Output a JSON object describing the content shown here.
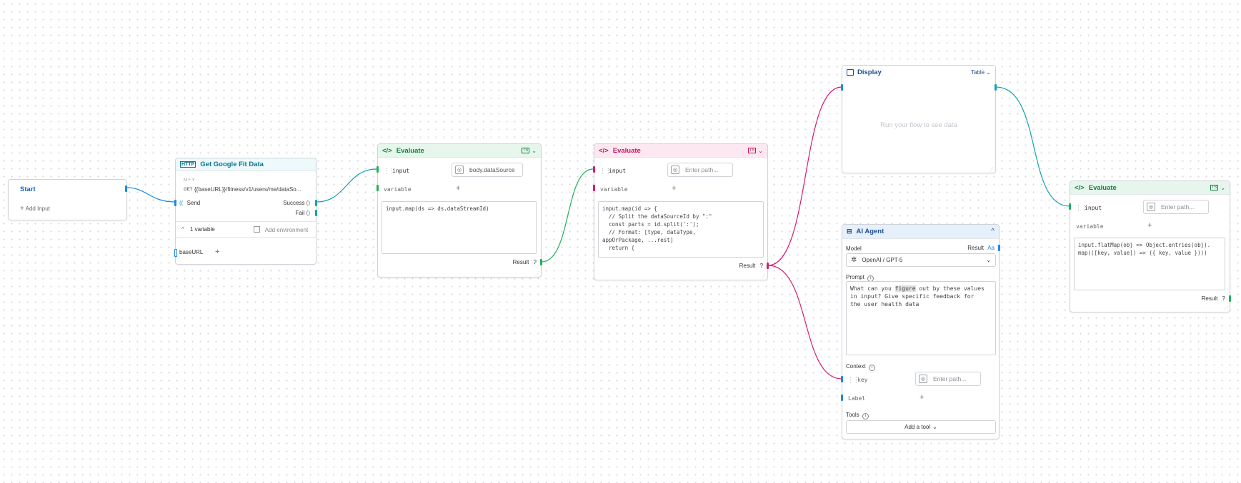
{
  "start": {
    "title": "Start",
    "add_input": "Add Input"
  },
  "http": {
    "title": "Get Google Fit Data",
    "method": "GET",
    "url": "{{baseURL}}/fitness/v1/users/me/dataSo...",
    "send": "Send",
    "success": "Success",
    "fail": "Fail",
    "variables_toggle": "1 variable",
    "add_env": "Add environment",
    "variable_name": "baseURL",
    "brand_strip": "MFY"
  },
  "eval1": {
    "title": "Evaluate",
    "input_label": "input",
    "input_value": "body.dataSource",
    "variable_label": "variable",
    "code": "input.map(ds => ds.dataStreamId)",
    "result": "Result"
  },
  "eval2": {
    "title": "Evaluate",
    "input_label": "input",
    "input_placeholder": "Enter path...",
    "variable_label": "variable",
    "code": "input.map(id => {\n  // Split the dataSourceId by \":\"\n  const parts = id.split(':');\n  // Format: [type, dataType,\nappOrPackage, ...rest]\n  return {",
    "result": "Result"
  },
  "display": {
    "title": "Display",
    "view": "Table",
    "placeholder": "Run your flow to see data"
  },
  "ai": {
    "title": "AI Agent",
    "result": "Result",
    "result_badge": "Aa",
    "model_label": "Model",
    "model_value": "OpenAI / GPT-5",
    "prompt_label": "Prompt",
    "prompt_before": "What can you ",
    "prompt_highlight": "figure",
    "prompt_after": " out by these values\nin input? Give specific feedback for\nthe user health data",
    "context_label": "Context",
    "key_label": "key",
    "key_placeholder": "Enter path...",
    "label_label": "Label",
    "tools_label": "Tools",
    "add_tool": "Add a tool"
  },
  "eval3": {
    "title": "Evaluate",
    "input_label": "input",
    "input_placeholder": "Enter path...",
    "variable_label": "variable",
    "code": "input.flatMap(obj => Object.entries(obj).\nmap(([key, value]) => ({ key, value })))",
    "result": "Result"
  },
  "common": {
    "plus": "+",
    "info": "i",
    "question": "?",
    "chevron": "⌄",
    "ts_badge": "TS"
  },
  "colors": {
    "blue": "#1e88e5",
    "green": "#22b15a",
    "pink": "#d81b72",
    "teal": "#13a3b4",
    "evaluate_green_header": "#e6f6ec",
    "evaluate_pink_header": "#fde8f1",
    "ai_header": "#e6f0fb"
  }
}
